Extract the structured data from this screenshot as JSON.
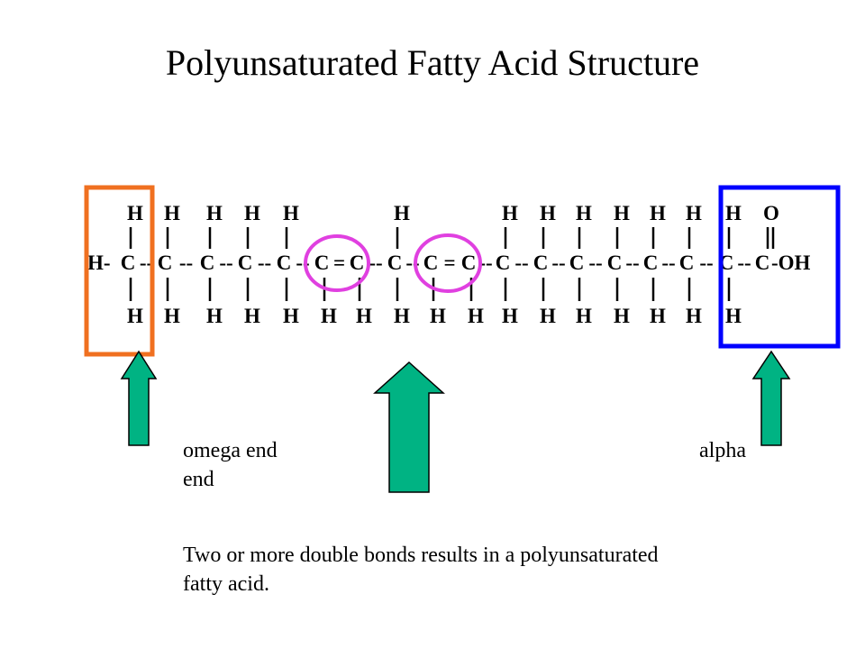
{
  "title": "Polyunsaturated Fatty Acid Structure",
  "molecule": {
    "top_hydrogens": [
      "H",
      "H",
      "H",
      "H",
      "H",
      "H",
      "H",
      "H",
      "H",
      "H",
      "H",
      "H",
      "H"
    ],
    "top_oxygen": "O",
    "chain_start": "H-",
    "carbons": [
      "C",
      "C",
      "C",
      "C",
      "C",
      "C",
      "C",
      "C",
      "C",
      "C",
      "C",
      "C",
      "C",
      "C",
      "C",
      "C",
      "C",
      "C"
    ],
    "bonds": [
      "--",
      "--",
      "--",
      "--",
      "--",
      "=",
      "--",
      "--",
      "=",
      "--",
      "--",
      "--",
      "--",
      "--",
      "--",
      "--",
      "--"
    ],
    "chain_end": "-OH",
    "bottom_hydrogens": [
      "H",
      "H",
      "H",
      "H",
      "H",
      "H",
      "H",
      "H",
      "H",
      "H",
      "H",
      "H",
      "H",
      "H",
      "H",
      "H",
      "H"
    ]
  },
  "labels": {
    "omega": "omega end",
    "alpha": "alpha",
    "alpha_wrap": "end"
  },
  "note": "Two or more double bonds results in a polyunsaturated fatty acid.",
  "colors": {
    "omega_box": "#f07020",
    "alpha_box": "#0000ff",
    "double_bond_circle": "#e040e0",
    "arrow_fill": "#00b383",
    "text": "#000000"
  }
}
